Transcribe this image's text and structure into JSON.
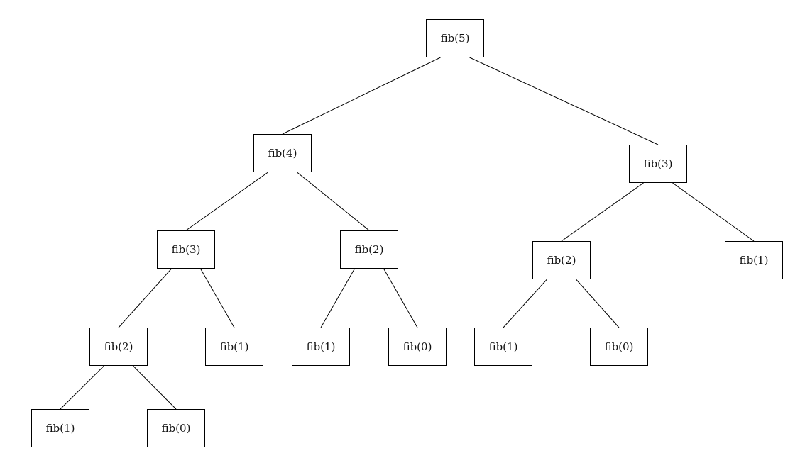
{
  "tree": {
    "root": {
      "label": "fib(5)"
    },
    "l": {
      "label": "fib(4)"
    },
    "r": {
      "label": "fib(3)"
    },
    "ll": {
      "label": "fib(3)"
    },
    "lr": {
      "label": "fib(2)"
    },
    "rl": {
      "label": "fib(2)"
    },
    "rr": {
      "label": "fib(1)"
    },
    "lll": {
      "label": "fib(2)"
    },
    "llr": {
      "label": "fib(1)"
    },
    "lrl": {
      "label": "fib(1)"
    },
    "lrr": {
      "label": "fib(0)"
    },
    "rll": {
      "label": "fib(1)"
    },
    "rlr": {
      "label": "fib(0)"
    },
    "llll": {
      "label": "fib(1)"
    },
    "lllr": {
      "label": "fib(0)"
    }
  },
  "edges": [
    [
      "root",
      "l"
    ],
    [
      "root",
      "r"
    ],
    [
      "l",
      "ll"
    ],
    [
      "l",
      "lr"
    ],
    [
      "r",
      "rl"
    ],
    [
      "r",
      "rr"
    ],
    [
      "ll",
      "lll"
    ],
    [
      "ll",
      "llr"
    ],
    [
      "lr",
      "lrl"
    ],
    [
      "lr",
      "lrr"
    ],
    [
      "rl",
      "rll"
    ],
    [
      "rl",
      "rlr"
    ],
    [
      "lll",
      "llll"
    ],
    [
      "lll",
      "lllr"
    ]
  ]
}
